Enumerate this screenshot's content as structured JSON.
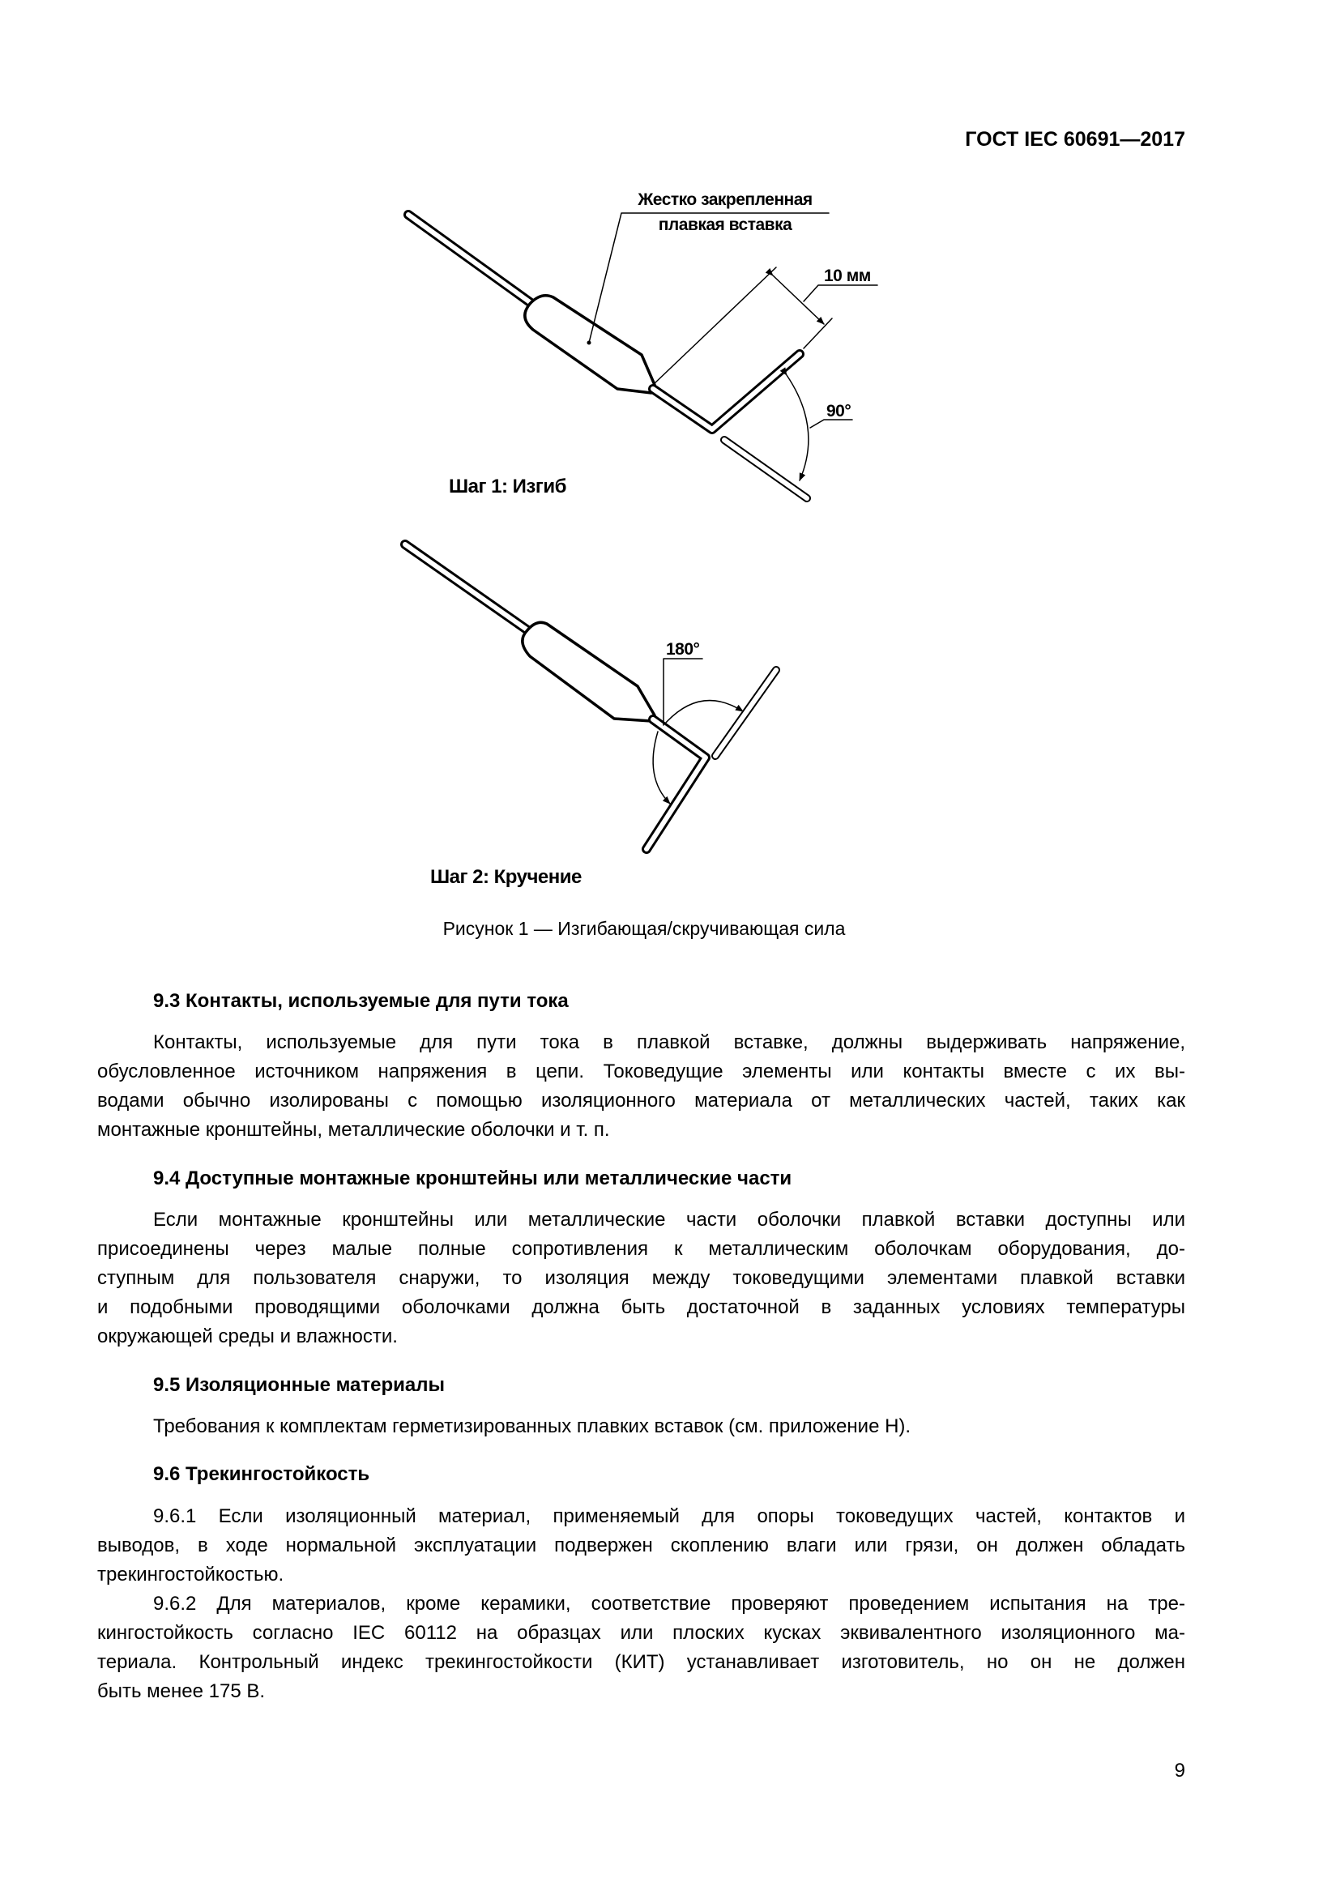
{
  "header": {
    "doc_id": "ГОСТ IEC 60691—2017"
  },
  "figure": {
    "label_fixed": [
      "Жестко закрепленная",
      "плавкая вставка"
    ],
    "dim_10mm": "10 мм",
    "angle_90": "90°",
    "step1": "Шаг 1: Изгиб",
    "angle_180": "180°",
    "step2": "Шаг 2: Кручение",
    "caption": "Рисунок 1 — Изгибающая/скручивающая сила"
  },
  "sections": [
    {
      "heading": "9.3  Контакты, используемые для пути тока",
      "lines": [
        "Контакты, используемые для пути тока в плавкой вставке, должны выдерживать напряжение,",
        "обусловленное источником напряжения в цепи. Токоведущие элементы или контакты вместе с их вы-",
        "водами обычно изолированы с помощью изоляционного материала от металлических частей, таких как",
        "монтажные кронштейны, металлические оболочки и т. п."
      ]
    },
    {
      "heading": "9.4  Доступные монтажные кронштейны или металлические части",
      "lines": [
        "Если монтажные кронштейны или металлические части оболочки плавкой вставки доступны или",
        "присоединены через малые полные сопротивления к металлическим оболочкам оборудования, до-",
        "ступным для пользователя снаружи, то изоляция между токоведущими элементами плавкой вставки",
        "и подобными проводящими оболочками должна быть достаточной в заданных условиях температуры",
        "окружающей среды и влажности."
      ]
    },
    {
      "heading": "9.5  Изоляционные материалы",
      "lines": [
        "Требования к комплектам герметизированных плавких вставок (см. приложение H)."
      ]
    },
    {
      "heading": "9.6  Трекингостойкость",
      "lines": [
        "9.6.1  Если изоляционный материал, применяемый для опоры токоведущих частей, контактов и",
        "выводов, в ходе нормальной эксплуатации подвержен скоплению влаги или грязи, он должен обладать",
        "трекингостойкостью.",
        "9.6.2  Для материалов, кроме керамики, соответствие проверяют проведением испытания на тре-",
        "кингостойкость согласно IEC 60112 на образцах или плоских кусках эквивалентного изоляционного ма-",
        "териала. Контрольный индекс трекингостойкости (КИТ) устанавливает изготовитель, но он не должен",
        "быть менее 175 В."
      ]
    }
  ],
  "page_number": "9"
}
